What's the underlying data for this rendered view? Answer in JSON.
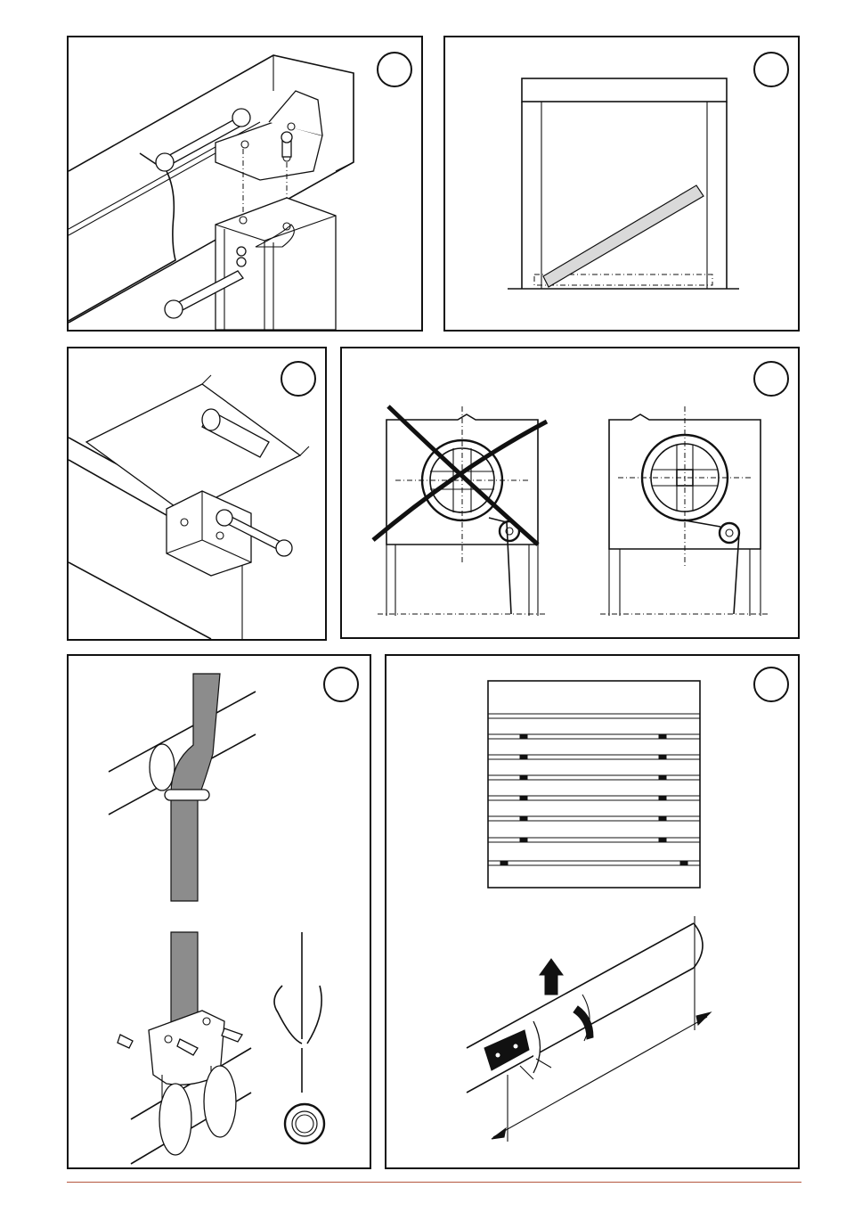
{
  "panels": [
    {
      "id": "p1",
      "content": "bracket-bolting-with-wrenches"
    },
    {
      "id": "p2",
      "content": "guide-rail-frame-with-diagonal-slat"
    },
    {
      "id": "p3",
      "content": "axle-bracket-tightening"
    },
    {
      "id": "p4",
      "content": "roller-winding-wrong-vs-right"
    },
    {
      "id": "p5",
      "content": "strap-attachment-to-axle"
    },
    {
      "id": "p6",
      "content": "shutter-curtain-and-axle-fixing"
    }
  ],
  "colors": {
    "line": "#111111",
    "strap": "#8c8c8c",
    "footer_rule": "#b5563e"
  }
}
